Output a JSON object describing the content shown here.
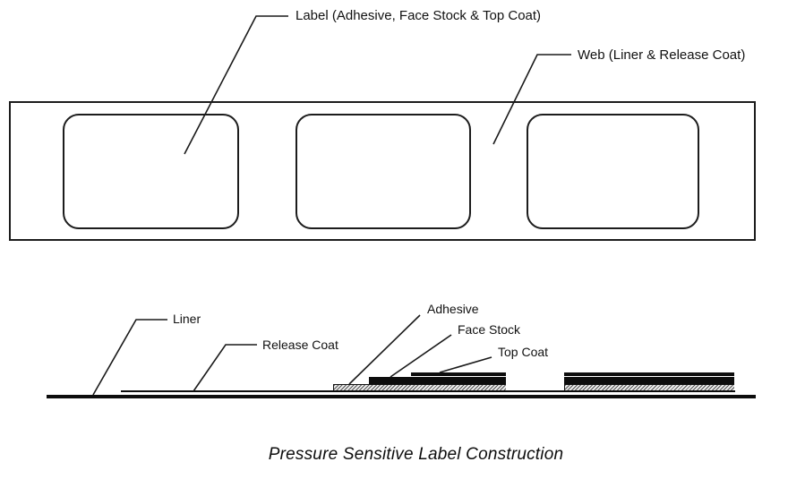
{
  "top_diagram": {
    "label_callout": "Label (Adhesive, Face Stock & Top Coat)",
    "web_callout": "Web (Liner & Release Coat)"
  },
  "cross_section": {
    "liner_label": "Liner",
    "release_coat_label": "Release Coat",
    "adhesive_label": "Adhesive",
    "face_stock_label": "Face Stock",
    "top_coat_label": "Top Coat"
  },
  "caption": "Pressure Sensitive Label Construction",
  "colors": {
    "line": "#1a1a1a",
    "ink": "#111111",
    "background": "#ffffff"
  }
}
